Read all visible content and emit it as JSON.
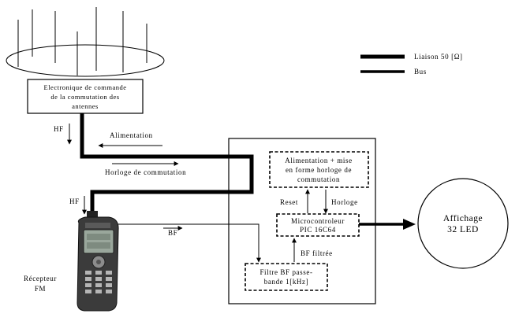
{
  "legend": {
    "link_label": "Liaison 50 [Ω]",
    "bus_label": "Bus"
  },
  "antenna_block": {
    "line1": "Electronique de commande",
    "line2": "de la commutation des",
    "line3": "antennes"
  },
  "signals": {
    "hf_top": "HF",
    "hf_bottom": "HF",
    "alimentation": "Alimentation",
    "horloge_commutation": "Horloge de commutation",
    "bf": "BF",
    "reset": "Reset",
    "horloge": "Horloge",
    "bf_filtree": "BF filtrée"
  },
  "power_block": {
    "line1": "Alimentation + mise",
    "line2": "en forme horloge de",
    "line3": "commutation"
  },
  "mcu_block": {
    "line1": "Microcontroleur",
    "line2": "PIC 16C64"
  },
  "filter_block": {
    "line1": "Filtre BF passe-",
    "line2": "bande 1[kHz]"
  },
  "receiver": {
    "line1": "Récepteur",
    "line2": "FM"
  },
  "display": {
    "line1": "Affichage",
    "line2": "32 LED"
  }
}
